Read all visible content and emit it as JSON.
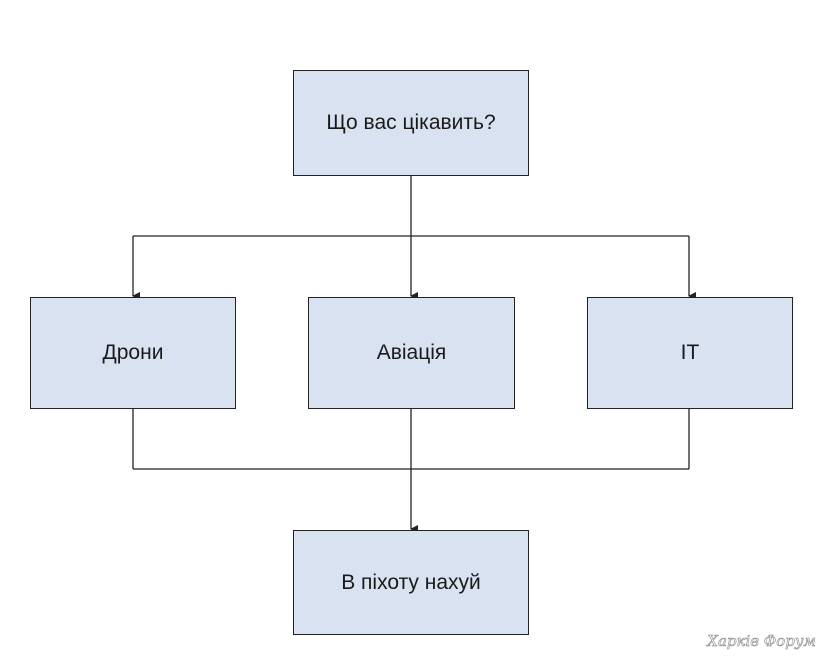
{
  "diagram": {
    "question": "Що вас цікавить?",
    "options": [
      "Дрони",
      "Авіація",
      "IT"
    ],
    "result": "В піхоту нахуй",
    "box_fill": "#d9e2f0",
    "line_color": "#222222"
  },
  "watermark": "Харків Форум"
}
